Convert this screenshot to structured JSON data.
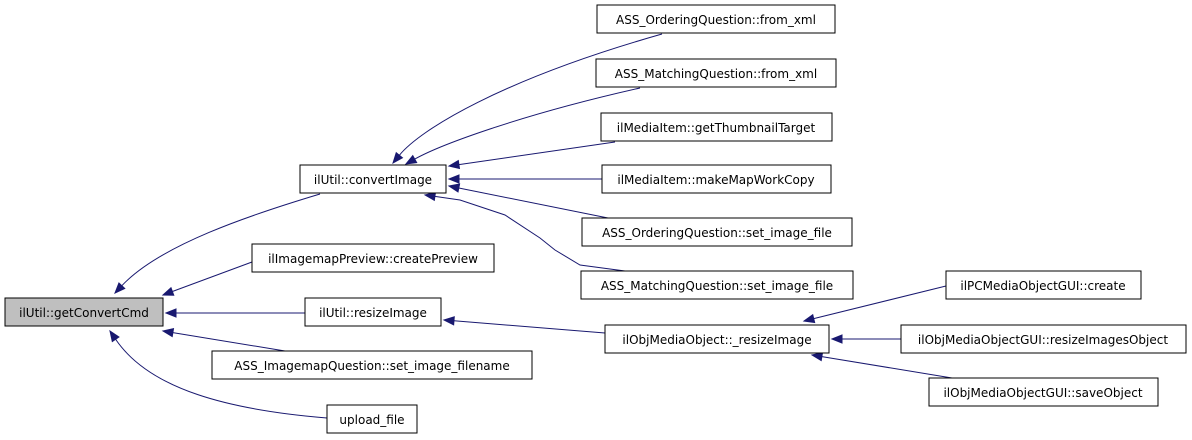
{
  "colors": {
    "edge": "#191970",
    "root_fill": "#bfbfbf",
    "node_fill": "#ffffff",
    "node_border": "#000000"
  },
  "graph": {
    "nodes": {
      "getConvertCmd": "ilUtil::getConvertCmd",
      "convertImage": "ilUtil::convertImage",
      "createPreview": "ilImagemapPreview::createPreview",
      "resizeImage": "ilUtil::resizeImage",
      "set_image_filename": "ASS_ImagemapQuestion::set_image_filename",
      "upload_file": "upload_file",
      "ordering_from_xml": "ASS_OrderingQuestion::from_xml",
      "matching_from_xml": "ASS_MatchingQuestion::from_xml",
      "getThumbnailTarget": "ilMediaItem::getThumbnailTarget",
      "makeMapWorkCopy": "ilMediaItem::makeMapWorkCopy",
      "ordering_set_image_file": "ASS_OrderingQuestion::set_image_file",
      "matching_set_image_file": "ASS_MatchingQuestion::set_image_file",
      "_resizeImage": "ilObjMediaObject::_resizeImage",
      "pc_create": "ilPCMediaObjectGUI::create",
      "resizeImagesObject": "ilObjMediaObjectGUI::resizeImagesObject",
      "saveObject": "ilObjMediaObjectGUI::saveObject"
    },
    "edges": [
      {
        "from": "convertImage",
        "to": "getConvertCmd"
      },
      {
        "from": "createPreview",
        "to": "getConvertCmd"
      },
      {
        "from": "resizeImage",
        "to": "getConvertCmd"
      },
      {
        "from": "set_image_filename",
        "to": "getConvertCmd"
      },
      {
        "from": "upload_file",
        "to": "getConvertCmd"
      },
      {
        "from": "ordering_from_xml",
        "to": "convertImage"
      },
      {
        "from": "matching_from_xml",
        "to": "convertImage"
      },
      {
        "from": "getThumbnailTarget",
        "to": "convertImage"
      },
      {
        "from": "makeMapWorkCopy",
        "to": "convertImage"
      },
      {
        "from": "ordering_set_image_file",
        "to": "convertImage"
      },
      {
        "from": "matching_set_image_file",
        "to": "convertImage"
      },
      {
        "from": "_resizeImage",
        "to": "resizeImage"
      },
      {
        "from": "pc_create",
        "to": "_resizeImage"
      },
      {
        "from": "resizeImagesObject",
        "to": "_resizeImage"
      },
      {
        "from": "saveObject",
        "to": "_resizeImage"
      }
    ]
  }
}
